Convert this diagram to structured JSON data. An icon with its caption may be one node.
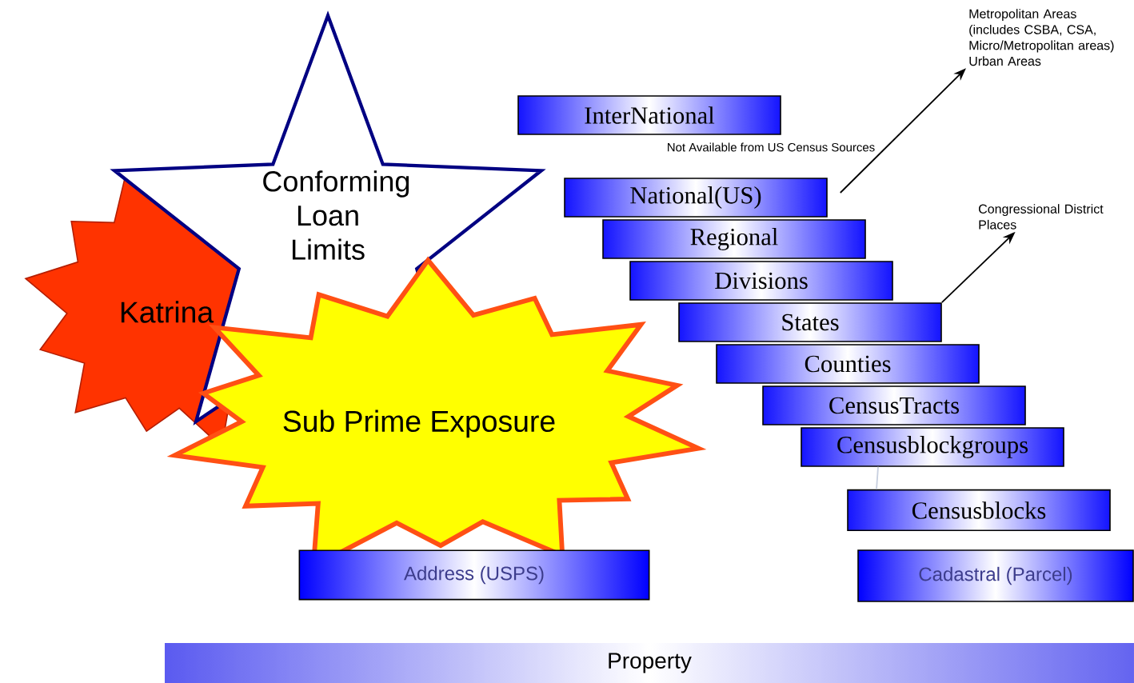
{
  "diagram": {
    "nodes": [
      {
        "text": [
          "Conforming Loan Limits"
        ]
      },
      {
        "text": [
          "Katrina"
        ]
      },
      {
        "text": [
          "Sub Prime Exposure"
        ]
      },
      {
        "text": [
          "InterNational"
        ]
      },
      {
        "text": [
          "National(US)"
        ]
      },
      {
        "text": [
          "Regional"
        ]
      },
      {
        "text": [
          "Divisions"
        ]
      },
      {
        "text": [
          "States"
        ]
      },
      {
        "text": [
          "Counties"
        ]
      },
      {
        "text": [
          "CensusTracts"
        ]
      },
      {
        "text": [
          "Censusblockgroups"
        ]
      },
      {
        "text": [
          "Censusblocks"
        ]
      },
      {
        "text": [
          "Address (USPS)"
        ]
      },
      {
        "text": [
          "Cadastral (Parcel)"
        ]
      },
      {
        "text": [
          "Property"
        ]
      },
      {
        "text": [
          "Metropolitan Areas (includes CSBA, CSA, Micro/Metropolitan areas)",
          "Urban Areas"
        ]
      },
      {
        "text": [
          "Congressional District",
          "Places"
        ]
      }
    ],
    "edges": [
      {
        "from": 4,
        "to": 15,
        "arrow": "to"
      },
      {
        "from": 7,
        "to": 16,
        "arrow": "to"
      },
      {
        "from": 10,
        "to": 11,
        "arrow": "none",
        "color": "#c8d0e0"
      }
    ],
    "labels": [
      "Not Available from US Census Sources"
    ]
  }
}
